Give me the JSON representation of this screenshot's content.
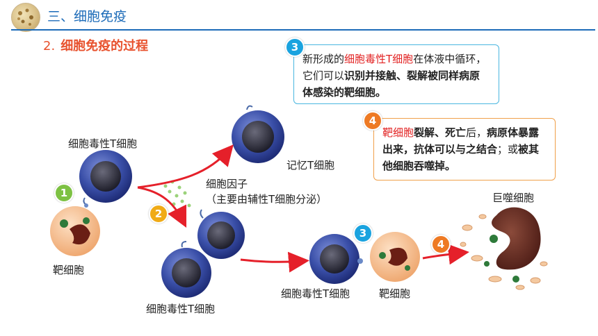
{
  "header": {
    "section_title": "三、细胞免疫",
    "subtitle_number": "2.",
    "subtitle_text": "细胞免疫的过程"
  },
  "box3": {
    "badge": "3",
    "part1": "新形成的",
    "part2_red": "细胞毒性T细胞",
    "part3": "在体液中循环，它们可以",
    "part4_bold": "识别并接触、裂解被同样病原体感染的靶细胞。"
  },
  "box4": {
    "badge": "4",
    "part1_red": "靶细胞",
    "part2_bold": "裂解、死亡",
    "part3": "后，",
    "part4_bold": "病原体暴露出来，抗体可以与之结合",
    "part5": "；或",
    "part6_bold": "被其他细胞吞噬掉。"
  },
  "diagram": {
    "label_cytotoxic_top": "细胞毒性T细胞",
    "label_target_left": "靶细胞",
    "label_memory": "记忆T细胞",
    "label_cytokine": "细胞因子",
    "label_cytokine_note": "（主要由辅性T细胞分泌）",
    "label_cytotoxic_bottom_left": "细胞毒性T细胞",
    "label_cytotoxic_bottom_mid": "细胞毒性T细胞",
    "label_target_mid": "靶细胞",
    "label_macrophage": "巨噬细胞",
    "badge_1": "1",
    "badge_2": "2",
    "badge_3": "3",
    "badge_4": "4"
  },
  "colors": {
    "title_blue": "#1c6bb8",
    "subtitle_orange": "#e8522e",
    "arrow_red": "#e5202a",
    "cell_blue": "#3a4fa8",
    "target_orange": "#f2b07c"
  }
}
